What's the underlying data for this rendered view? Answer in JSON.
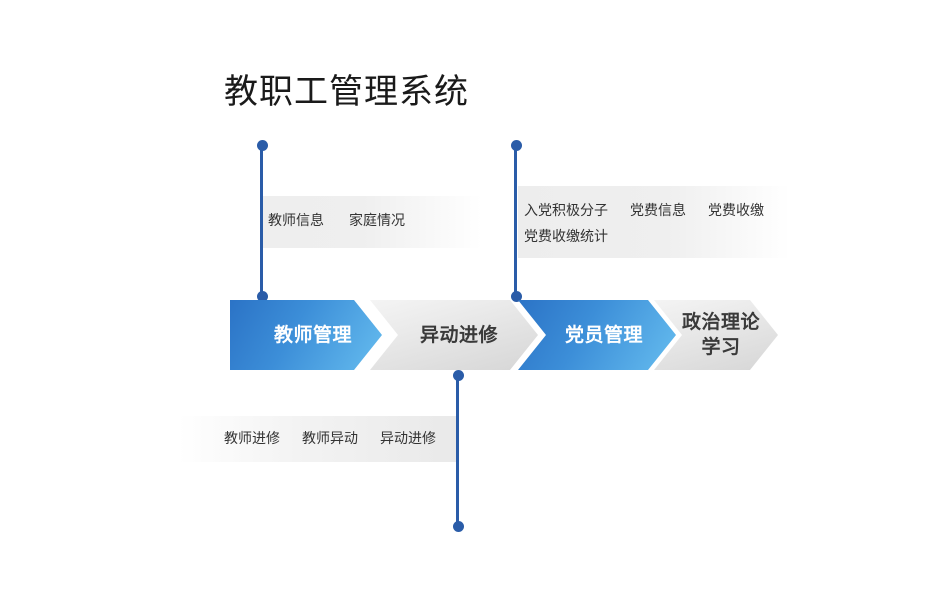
{
  "title": "教职工管理系统",
  "accent": {
    "connector_blue": "#2a5ca8",
    "chevron_blue_dark": "#2b73c6",
    "chevron_blue_light": "#66bdef",
    "chevron_grey_light": "#f4f4f4",
    "chevron_grey_dark": "#d6d6d6"
  },
  "chevrons": [
    {
      "label": "教师管理",
      "style": "blue"
    },
    {
      "label": "异动进修",
      "style": "grey"
    },
    {
      "label": "党员管理",
      "style": "blue"
    },
    {
      "label": "政治理论\n学习",
      "style": "grey",
      "line1": "政治理论",
      "line2": "学习"
    }
  ],
  "callouts": {
    "teacher": {
      "tags": [
        "教师信息",
        "家庭情况"
      ]
    },
    "party": {
      "tags": [
        "入党积极分子",
        "党费信息",
        "党费收缴",
        "党费收缴统计"
      ]
    },
    "transfer": {
      "tags": [
        "教师进修",
        "教师异动",
        "异动进修"
      ]
    }
  }
}
